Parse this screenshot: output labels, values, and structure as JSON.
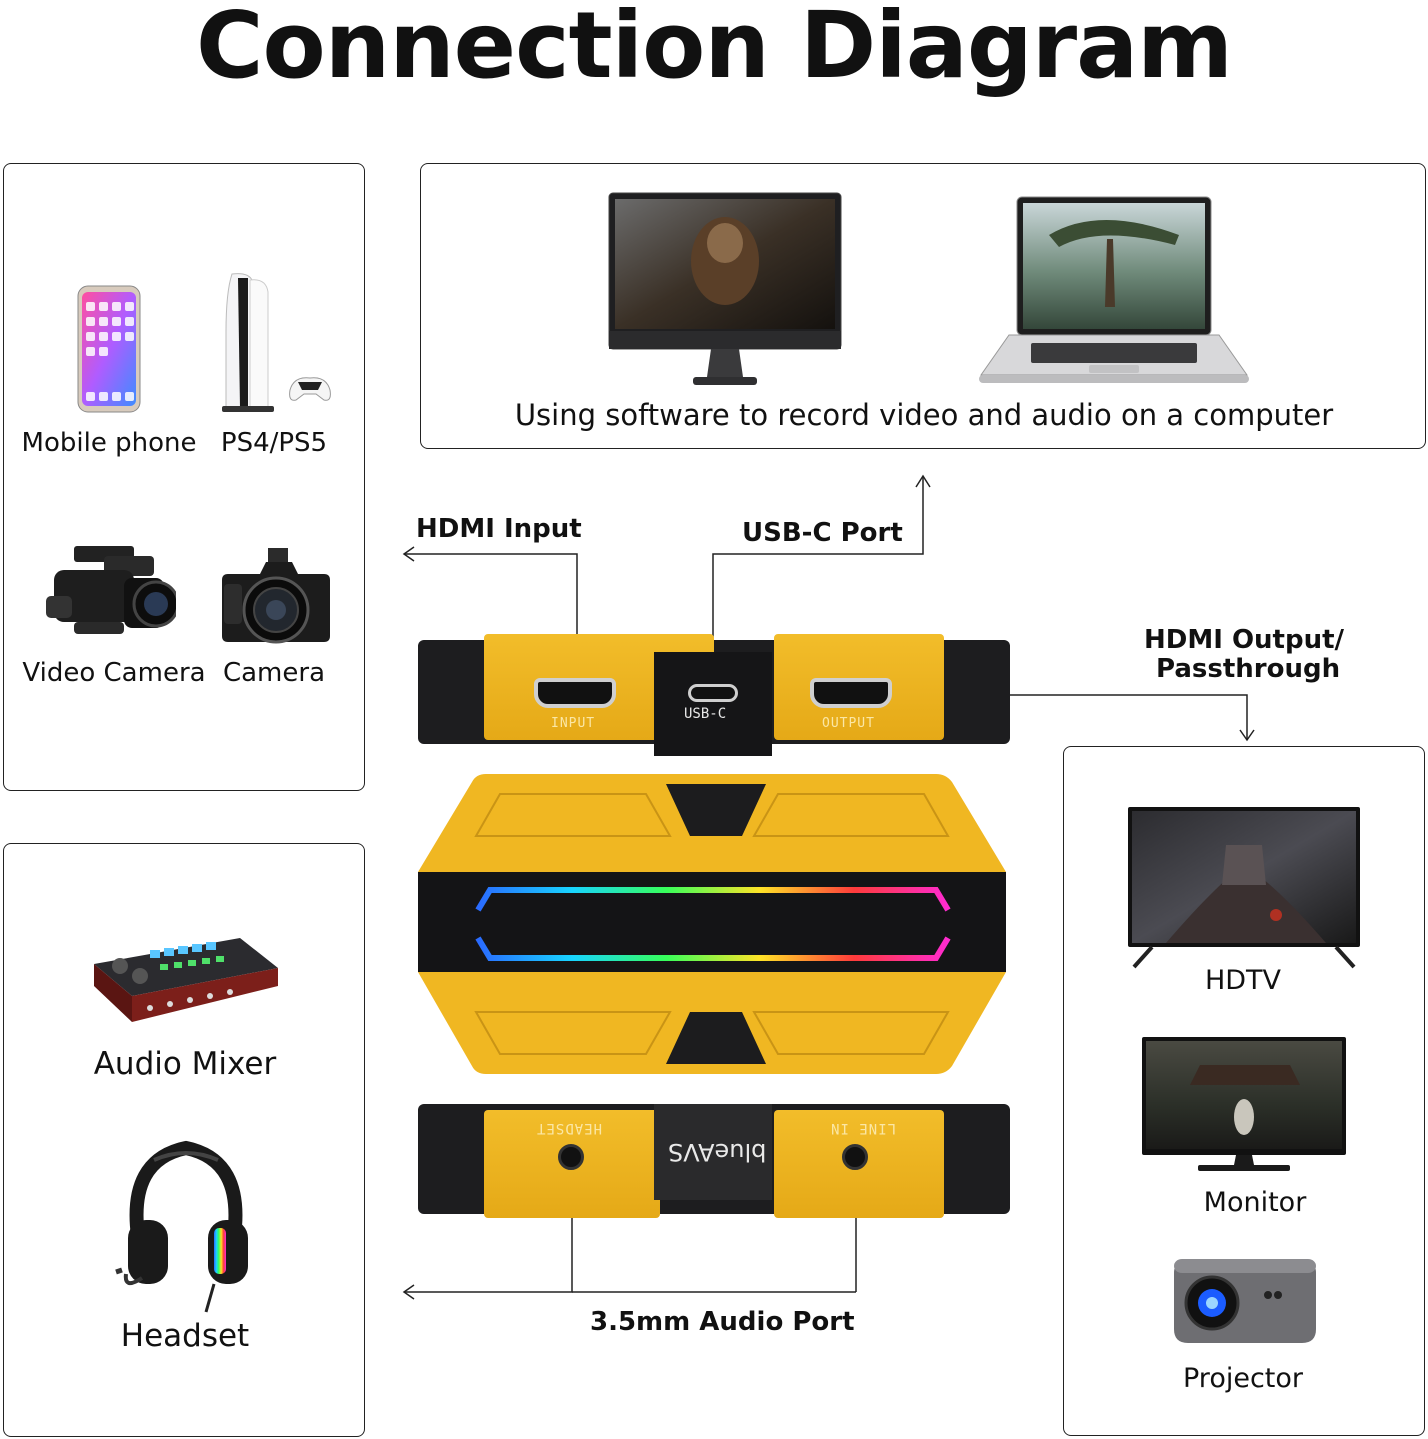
{
  "title": "Connection Diagram",
  "sources": [
    {
      "label": "Mobile phone",
      "icon": "smartphone-icon"
    },
    {
      "label": "PS4/PS5",
      "icon": "game-console-icon"
    },
    {
      "label": "Video Camera",
      "icon": "video-camera-icon"
    },
    {
      "label": "Camera",
      "icon": "camera-icon"
    }
  ],
  "computer": {
    "caption": "Using software to record video and audio on a computer"
  },
  "ports": {
    "hdmi_input": "HDMI Input",
    "usbc": "USB-C Port",
    "hdmi_output_line1": "HDMI Output/",
    "hdmi_output_line2": "Passthrough",
    "audio": "3.5mm Audio Port"
  },
  "device": {
    "input_label": "INPUT",
    "usbc_label": "USB-C",
    "output_label": "OUTPUT",
    "headset_label": "HEADSET",
    "linein_label": "LINE IN",
    "brand": "blueAVS",
    "body_color": "#f0b722",
    "shell_color": "#1d1d1f"
  },
  "audio_devices": [
    {
      "label": "Audio Mixer",
      "icon": "audio-mixer-icon"
    },
    {
      "label": "Headset",
      "icon": "headset-icon"
    }
  ],
  "displays": [
    {
      "label": "HDTV",
      "icon": "tv-icon"
    },
    {
      "label": "Monitor",
      "icon": "monitor-icon"
    },
    {
      "label": "Projector",
      "icon": "projector-icon"
    }
  ]
}
